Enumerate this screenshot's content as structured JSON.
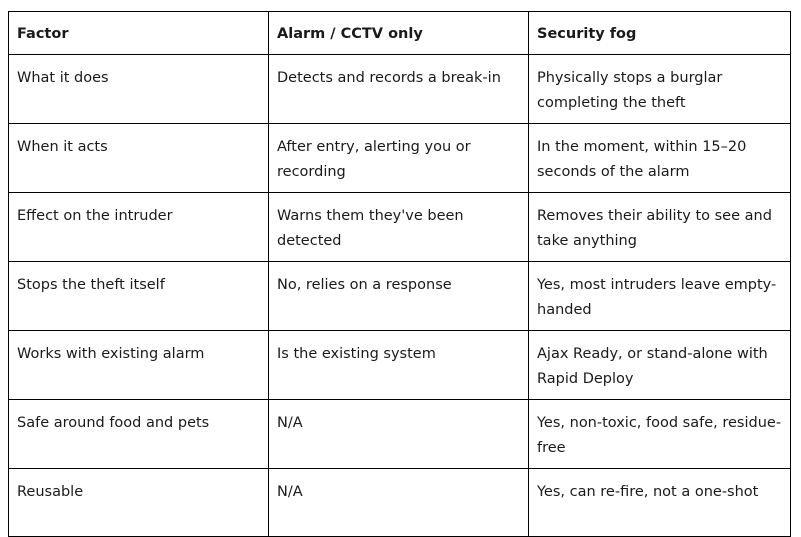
{
  "table": {
    "headers": [
      "Factor",
      "Alarm / CCTV only",
      "Security fog"
    ],
    "rows": [
      [
        "What it does",
        "Detects and records a break-in",
        "Physically stops a burglar completing the theft"
      ],
      [
        "When it acts",
        "After entry, alerting you or recording",
        "In the moment, within 15–20 seconds of the alarm"
      ],
      [
        "Effect on the intruder",
        "Warns them they've been detected",
        "Removes their ability to see and take anything"
      ],
      [
        "Stops the theft itself",
        "No, relies on a response",
        "Yes, most intruders leave empty-handed"
      ],
      [
        "Works with existing alarm",
        "Is the existing system",
        "Ajax Ready, or stand-alone with Rapid Deploy"
      ],
      [
        "Safe around food and pets",
        "N/A",
        "Yes, non-toxic, food safe, residue-free"
      ],
      [
        "Reusable",
        "N/A",
        "Yes, can re-fire, not a one-shot"
      ]
    ]
  }
}
